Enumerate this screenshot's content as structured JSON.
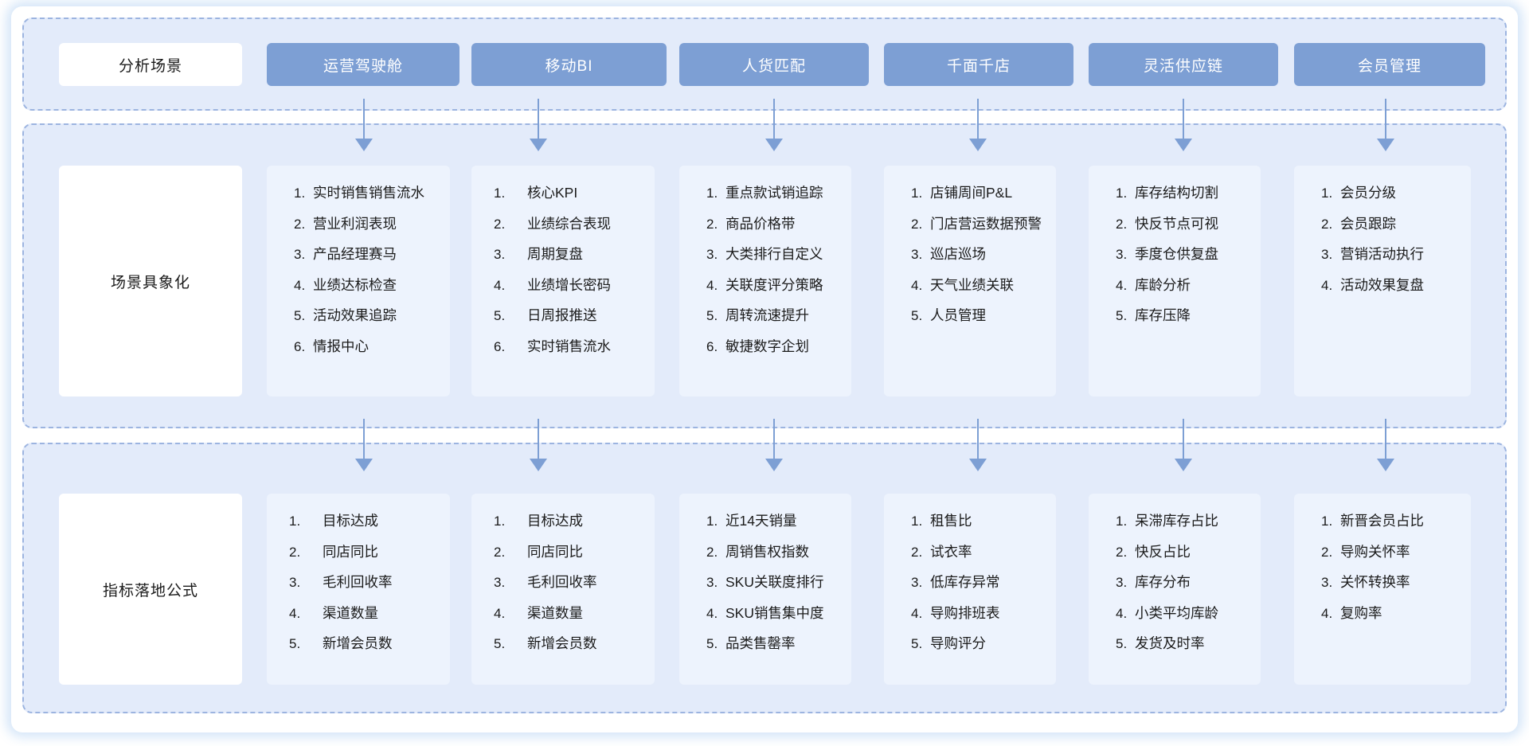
{
  "rows": {
    "scene": {
      "label": "分析场景"
    },
    "concrete": {
      "label": "场景具象化"
    },
    "formula": {
      "label": "指标落地公式"
    }
  },
  "colors": {
    "button": "#7d9fd4",
    "band_fill": "#e3ebfa",
    "band_border": "#9cb4e0",
    "card_fill": "#edf3fd",
    "arrow": "#7d9fd4",
    "text": "#1b1b1b",
    "button_text": "#ffffff"
  },
  "columns": [
    {
      "key": "ops-cockpit",
      "scene": "运营驾驶舱",
      "concrete": [
        "实时销售销售流水",
        "营业利润表现",
        "产品经理赛马",
        "业绩达标检查",
        "活动效果追踪",
        "情报中心"
      ],
      "formula": [
        "目标达成",
        "同店同比",
        "毛利回收率",
        "渠道数量",
        "新增会员数"
      ]
    },
    {
      "key": "mobile-bi",
      "scene": "移动BI",
      "concrete": [
        "核心KPI",
        "业绩综合表现",
        "周期复盘",
        "业绩增长密码",
        "日周报推送",
        "实时销售流水"
      ],
      "formula": [
        "目标达成",
        "同店同比",
        "毛利回收率",
        "渠道数量",
        "新增会员数"
      ]
    },
    {
      "key": "people-goods-match",
      "scene": "人货匹配",
      "concrete": [
        "重点款试销追踪",
        "商品价格带",
        "大类排行自定义",
        "关联度评分策略",
        "周转流速提升",
        "敏捷数字企划"
      ],
      "formula": [
        "近14天销量",
        "周销售权指数",
        "SKU关联度排行",
        "SKU销售集中度",
        "品类售罄率"
      ]
    },
    {
      "key": "thousand-stores",
      "scene": "千面千店",
      "concrete": [
        "店铺周间P&L",
        "门店营运数据预警",
        "巡店巡场",
        "天气业绩关联",
        "人员管理"
      ],
      "formula": [
        "租售比",
        "试衣率",
        "低库存异常",
        "导购排班表",
        "导购评分"
      ]
    },
    {
      "key": "flexible-supply-chain",
      "scene": "灵活供应链",
      "concrete": [
        "库存结构切割",
        "快反节点可视",
        "季度仓供复盘",
        "库龄分析",
        "库存压降"
      ],
      "formula": [
        "呆滞库存占比",
        "快反占比",
        "库存分布",
        "小类平均库龄",
        "发货及时率"
      ]
    },
    {
      "key": "member-management",
      "scene": "会员管理",
      "concrete": [
        "会员分级",
        "会员跟踪",
        "营销活动执行",
        "活动效果复盘"
      ],
      "formula": [
        "新晋会员占比",
        "导购关怀率",
        "关怀转换率",
        "复购率"
      ]
    }
  ]
}
